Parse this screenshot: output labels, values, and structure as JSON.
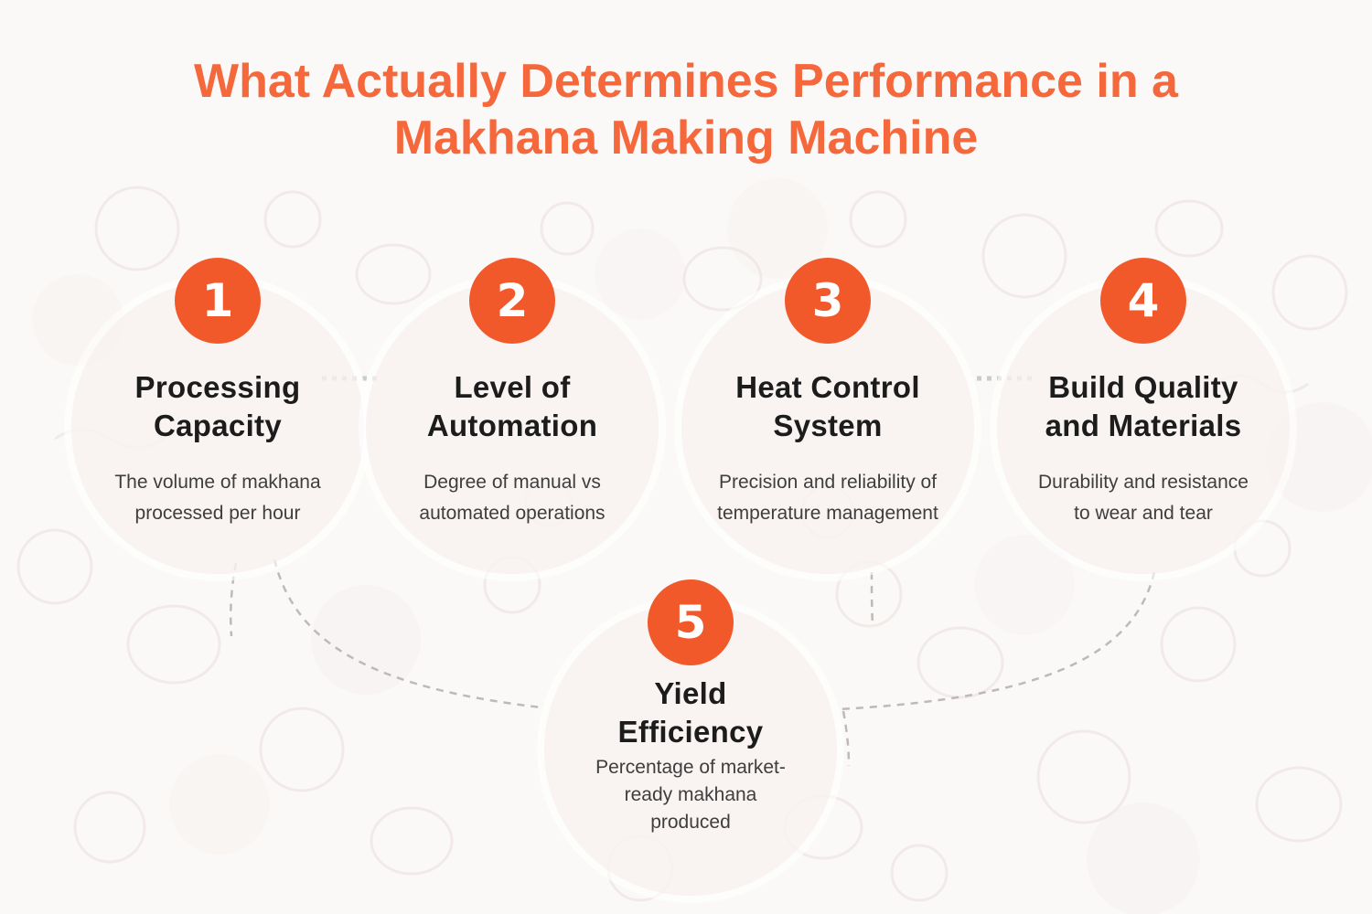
{
  "header": {
    "line1": "What Actually Determines Performance in a",
    "line2": "Makhana Making Machine"
  },
  "items": [
    {
      "number": "1",
      "title": "Processing Capacity",
      "description": "The volume of makhana processed per hour"
    },
    {
      "number": "2",
      "title": "Level of Automation",
      "description": "Degree of manual vs automated operations"
    },
    {
      "number": "3",
      "title": "Heat Control System",
      "description": "Precision and reliability of temperature management"
    },
    {
      "number": "4",
      "title": "Build Quality and Materials",
      "description": "Durability and resistance to wear and tear"
    },
    {
      "number": "5",
      "title": "Yield Efficiency",
      "description": "Percentage of market-ready makhana produced"
    }
  ],
  "colors": {
    "accent": "#F1592B",
    "heading": "#F4683C",
    "title_text": "#1C1C1C",
    "desc_text": "#3E3E3E",
    "connector": "#B4AEAC"
  }
}
